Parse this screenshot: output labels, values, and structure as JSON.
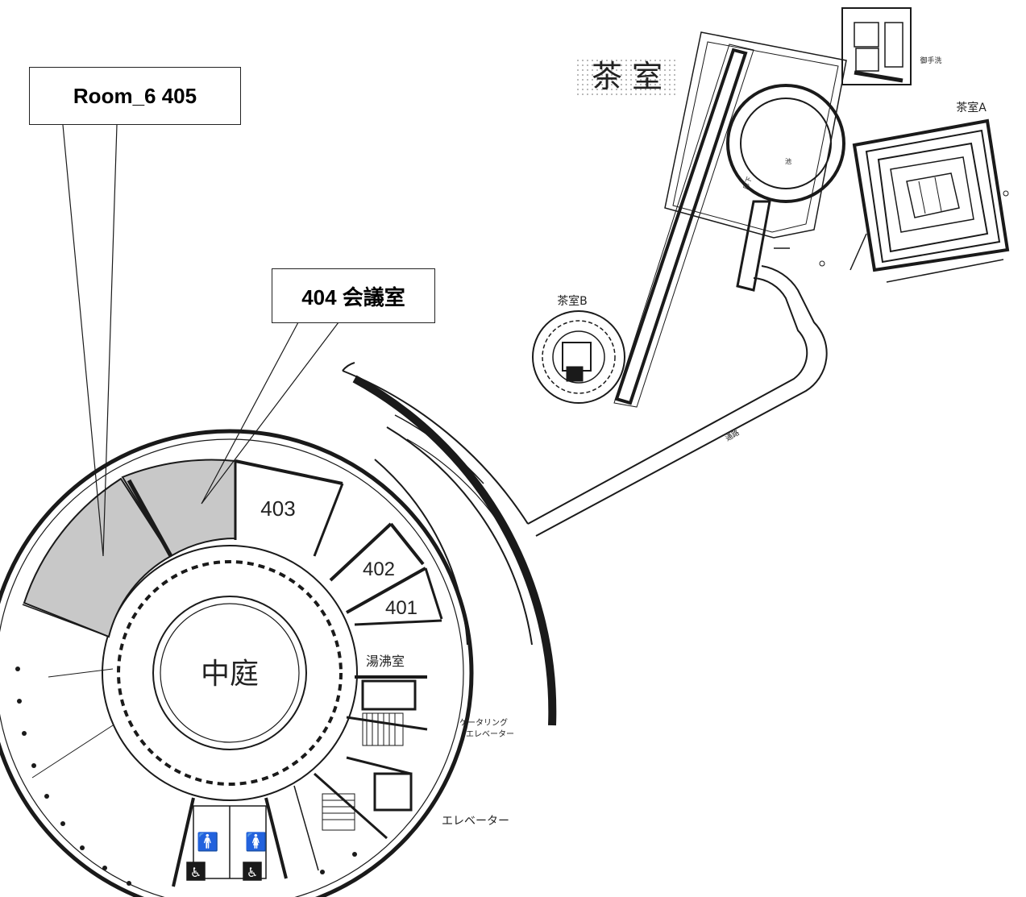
{
  "callouts": {
    "room6": "Room_6   405",
    "room404": "404 会議室"
  },
  "rooms": {
    "r403": "403",
    "r402": "402",
    "r401": "401",
    "courtyard": "中庭",
    "kitchenette": "湯沸室",
    "catering_elevator_1": "ケータリング",
    "catering_elevator_2": "エレベーター",
    "elevator": "エレベーター"
  },
  "tea": {
    "title": "茶 室",
    "room_a": "茶室A",
    "room_b": "茶室B",
    "toilet": "御手洗",
    "pond": "池",
    "passage": "通路",
    "corridor": "廊下"
  },
  "colors": {
    "highlight": "#c8c8c8",
    "line": "#1a1a1a"
  }
}
